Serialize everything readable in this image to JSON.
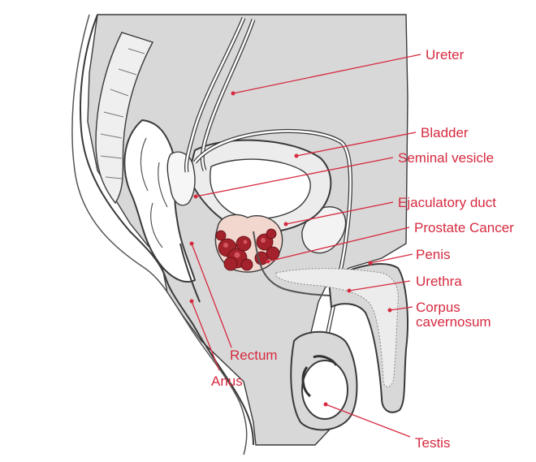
{
  "labels": {
    "ureter": "Ureter",
    "bladder": "Bladder",
    "seminal_vesicle": "Seminal vesicle",
    "ejaculatory_duct": "Ejaculatory duct",
    "prostate_cancer": "Prostate Cancer",
    "penis": "Penis",
    "urethra": "Urethra",
    "corpus_cavernosum_line1": "Corpus",
    "corpus_cavernosum_line2": "cavernosum",
    "rectum": "Rectum",
    "anus": "Anus",
    "testis": "Testis"
  },
  "colors": {
    "label": "#d62a3f",
    "tissue": "#d9d9d9",
    "tissue_dark": "#bfbfbf",
    "organ": "#ececec",
    "tumor": "#a3222b"
  }
}
